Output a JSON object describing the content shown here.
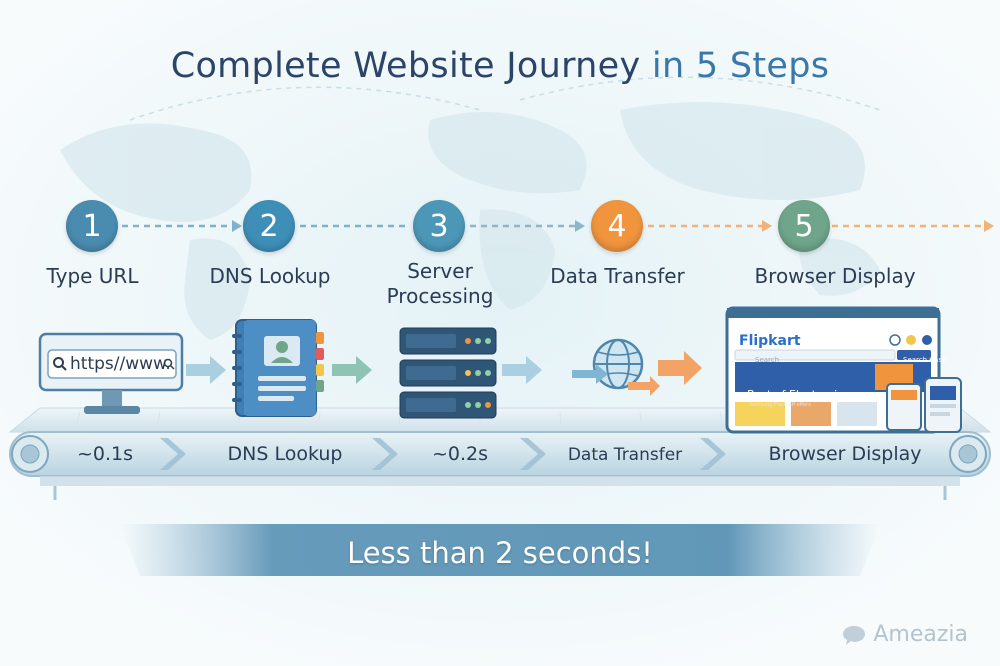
{
  "title": {
    "main": "Complete Website Journey",
    "accent": "in 5 Steps"
  },
  "steps": [
    {
      "number": "1",
      "label": "Type URL",
      "color": "#4a8cb0"
    },
    {
      "number": "2",
      "label": "DNS Lookup",
      "color": "#3e8fb8"
    },
    {
      "number": "3",
      "label": "Server Processing",
      "color": "#4c97b8"
    },
    {
      "number": "4",
      "label": "Data Transfer",
      "color": "#f0943e"
    },
    {
      "number": "5",
      "label": "Browser Display",
      "color": "#6fa58a"
    }
  ],
  "browser_url": "https//www.",
  "website": {
    "logo": "Flipkart",
    "search_placeholder": "Search",
    "promo": "Best of Electronics",
    "promo_sub": "Samsung Flash off offers",
    "search_button": "Search Cash"
  },
  "belt_labels": [
    "~0.1s",
    "DNS Lookup",
    "~0.2s",
    "Data Transfer",
    "Browser Display"
  ],
  "banner": "Less than 2 seconds!",
  "brand": "Ameazia",
  "icons": {
    "browser": "browser-window-icon",
    "dns": "address-book-icon",
    "server": "server-rack-icon",
    "transfer": "globe-transfer-icon",
    "display": "website-screen-icon"
  }
}
